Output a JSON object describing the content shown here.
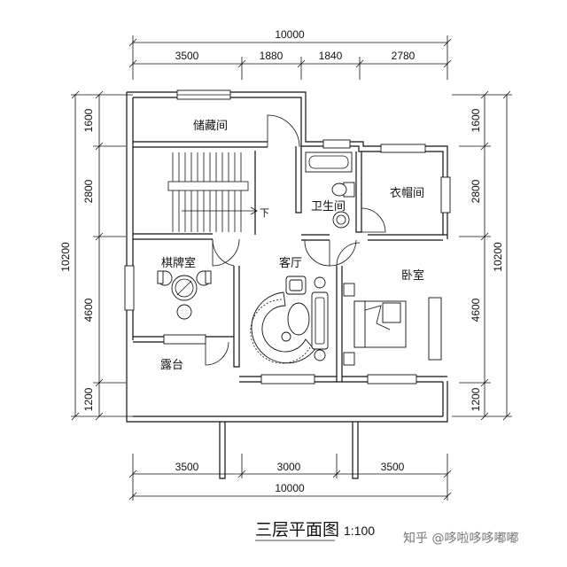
{
  "dimensions": {
    "top_total": "10000",
    "top_segments": [
      "3500",
      "1880",
      "1840",
      "2780"
    ],
    "bottom_total": "10000",
    "bottom_segments": [
      "3500",
      "3000",
      "3500"
    ],
    "left_total": "10200",
    "left_segments": [
      "1600",
      "2800",
      "4600",
      "1200"
    ],
    "right_total": "10200",
    "right_segments": [
      "1600",
      "2800",
      "4600",
      "1200"
    ]
  },
  "rooms": {
    "storage": "储藏间",
    "bathroom": "卫生间",
    "wardrobe": "衣帽间",
    "living": "客厅",
    "card_room": "棋牌室",
    "bedroom": "卧室",
    "terrace": "露台"
  },
  "stair_down": "下",
  "title": "三层平面图",
  "scale": "1:100",
  "watermark": "知乎 @哆啦哆哆嘟嘟"
}
